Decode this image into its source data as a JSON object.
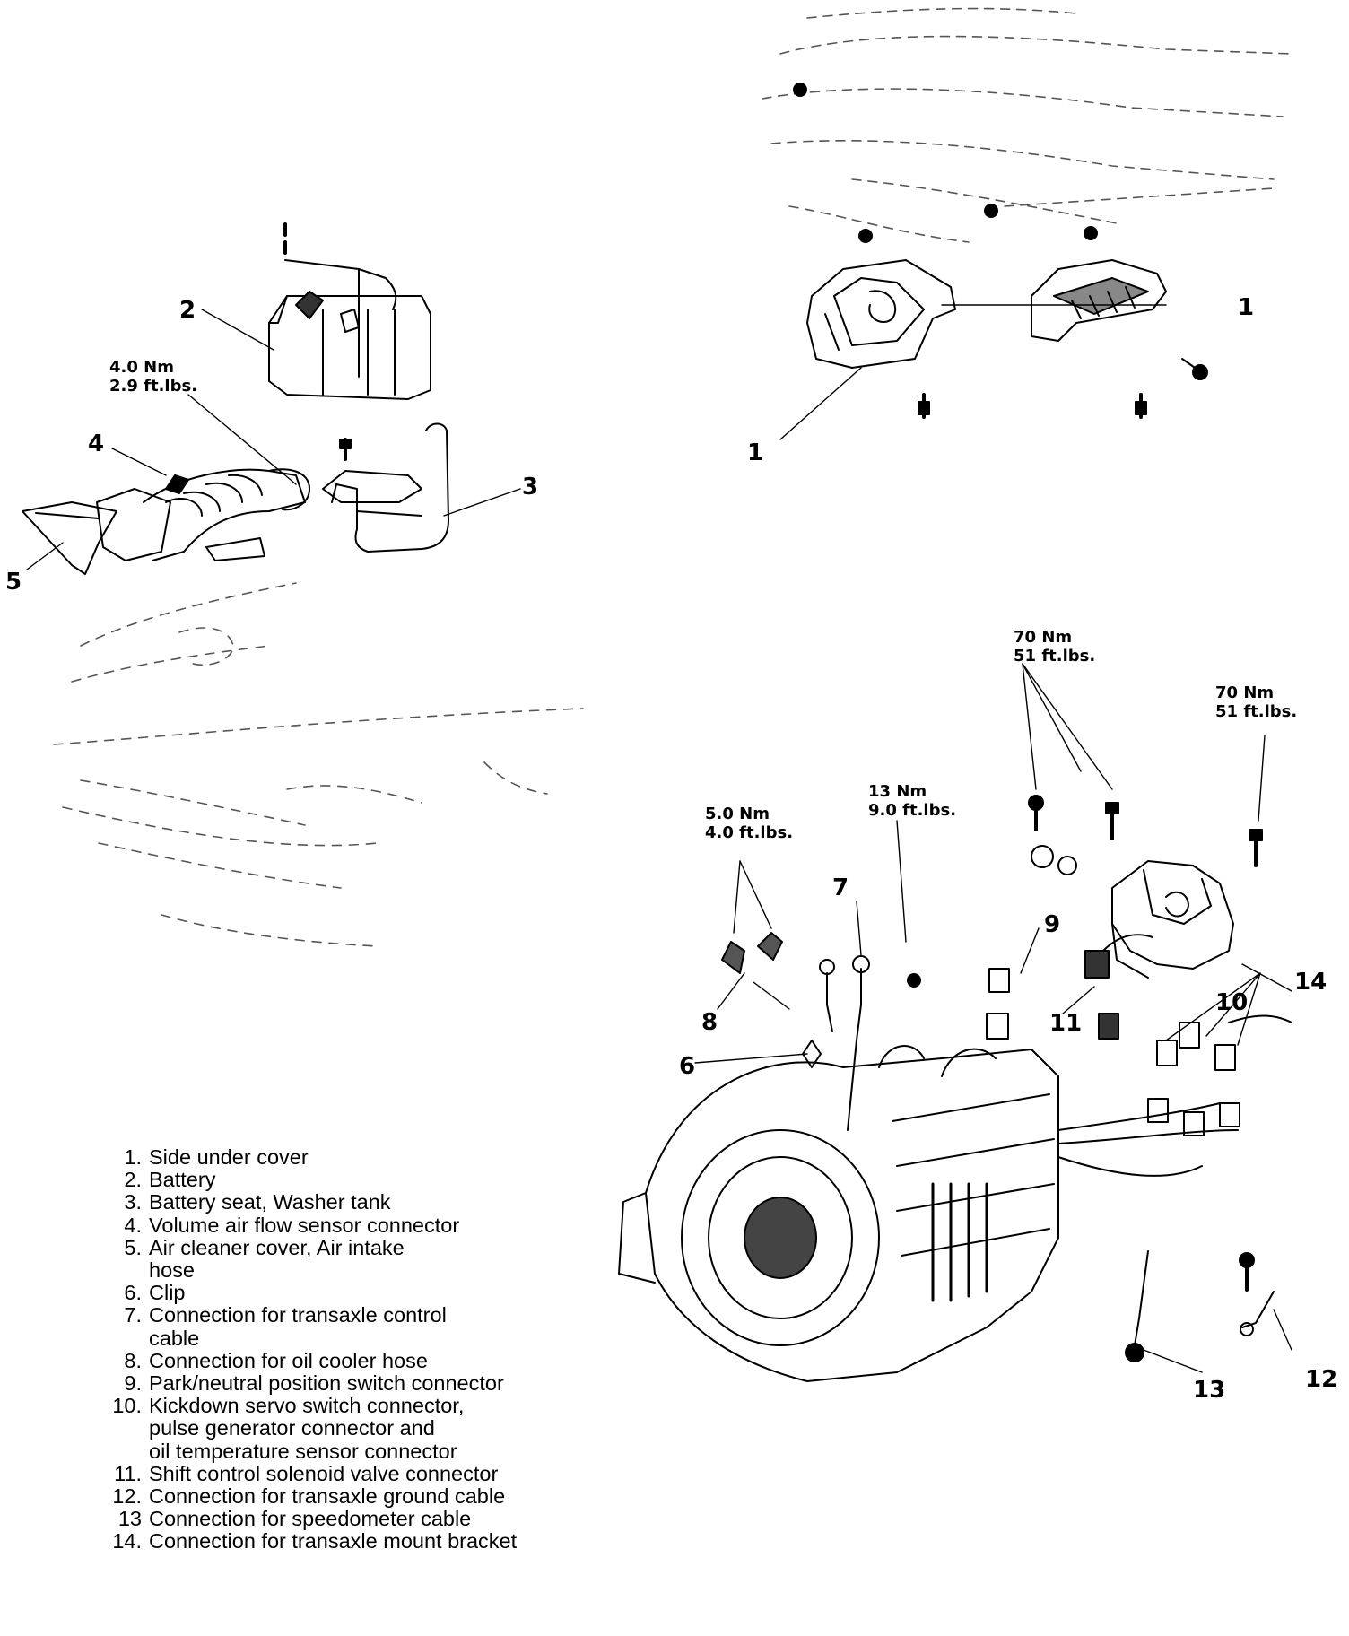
{
  "callouts": {
    "c1a": "1",
    "c1b": "1",
    "c2": "2",
    "c3": "3",
    "c4": "4",
    "c5": "5",
    "c6": "6",
    "c7": "7",
    "c8": "8",
    "c9": "9",
    "c10": "10",
    "c11": "11",
    "c12": "12",
    "c13": "13",
    "c14": "14"
  },
  "torques": {
    "hose_clamp": {
      "nm": "4.0 Nm",
      "ftlbs": "2.9 ft.lbs."
    },
    "oil_cooler": {
      "nm": "5.0 Nm",
      "ftlbs": "4.0 ft.lbs."
    },
    "speedometer": {
      "nm": "13 Nm",
      "ftlbs": "9.0 ft.lbs."
    },
    "mount_left": {
      "nm": "70 Nm",
      "ftlbs": "51 ft.lbs."
    },
    "mount_right": {
      "nm": "70 Nm",
      "ftlbs": "51 ft.lbs."
    }
  },
  "legend": [
    {
      "num": "1.",
      "text": "Side under cover"
    },
    {
      "num": "2.",
      "text": "Battery"
    },
    {
      "num": "3.",
      "text": "Battery seat, Washer tank"
    },
    {
      "num": "4.",
      "text": "Volume air flow sensor connector"
    },
    {
      "num": "5.",
      "text": "Air cleaner cover, Air intake\nhose"
    },
    {
      "num": "6.",
      "text": "Clip"
    },
    {
      "num": "7.",
      "text": "Connection for transaxle control\ncable"
    },
    {
      "num": "8.",
      "text": "Connection for oil cooler hose"
    },
    {
      "num": "9.",
      "text": "Park/neutral position switch connector"
    },
    {
      "num": "10.",
      "text": "Kickdown servo switch connector,\npulse generator connector and\noil temperature sensor connector"
    },
    {
      "num": "11.",
      "text": "Shift control solenoid valve connector"
    },
    {
      "num": "12.",
      "text": "Connection for transaxle ground cable"
    },
    {
      "num": "13",
      "text": "Connection for speedometer cable"
    },
    {
      "num": "14.",
      "text": "Connection for transaxle mount bracket"
    }
  ]
}
